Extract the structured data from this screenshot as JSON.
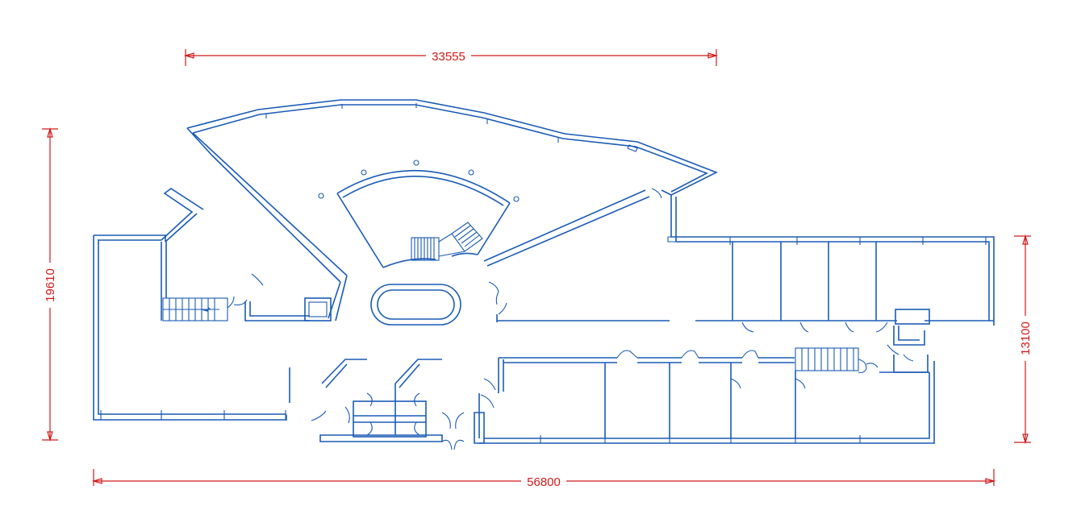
{
  "dimensions": {
    "top_width": "33555",
    "left_height": "19610",
    "right_height": "13100",
    "bottom_width": "56800"
  },
  "colors": {
    "walls": "#1a5bb5",
    "dimensions": "#d11a1a",
    "background": "#ffffff"
  }
}
